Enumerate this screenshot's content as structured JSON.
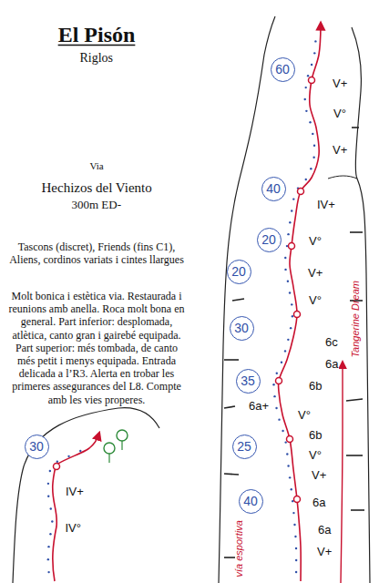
{
  "diagram": {
    "title": "El Pisón",
    "nodes": [
      {
        "text": [
          "60"
        ]
      },
      {
        "text": [
          "40"
        ]
      },
      {
        "text": [
          "20"
        ]
      },
      {
        "text": [
          "20"
        ]
      },
      {
        "text": [
          "30"
        ]
      },
      {
        "text": [
          "35"
        ]
      },
      {
        "text": [
          "25"
        ]
      },
      {
        "text": [
          "40"
        ]
      },
      {
        "text": [
          "30"
        ]
      }
    ],
    "labels": [
      "Riglos",
      "Via",
      "Hechizos del Viento",
      "300m ED-",
      "Tascons (discret), Friends (fins C1), Aliens, cordinos variats i cintes llargues",
      "Molt bonica i estètica via. Restaurada i reunions amb anella. Roca molt bona en general. Part inferior: desplomada, atlètica, canto gran i gairebé equipada. Part superior: més tombada, de canto més petit i menys equipada. Entrada delicada a l’R3. Alerta en trobar les primeres assegurances del L8. Compte amb les vies properes.",
      "V+",
      "V°",
      "V+",
      "IV+",
      "V°",
      "V+",
      "V°",
      "6c",
      "6a",
      "6b",
      "6a+",
      "V°",
      "6b",
      "V°",
      "V+",
      "6a",
      "6a",
      "V+",
      "Tangerine Dream",
      "vía esportiva",
      "IV+",
      "IV°"
    ]
  }
}
